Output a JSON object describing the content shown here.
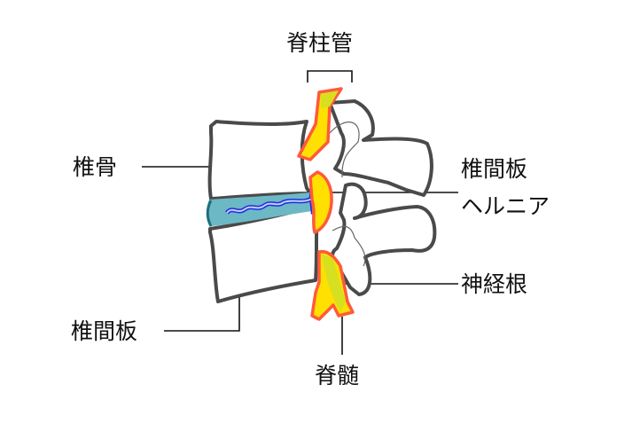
{
  "title": "椎間板ヘルニアの図",
  "labels": {
    "spinal_canal": "脊柱管",
    "vertebra": "椎骨",
    "herniation_line1": "椎間板",
    "herniation_line2": "ヘルニア",
    "nerve_root": "神経根",
    "disc": "椎間板",
    "spinal_cord": "脊髄"
  },
  "colors": {
    "outline": "#4a4a4a",
    "disc": "#6cb8c4",
    "disc_edge": "#1b6f7a",
    "hernia": "#a0a8f0",
    "hernia_edge": "#1b2ee0",
    "cord_yellow": "#ffe000",
    "cord_green": "#d6e020",
    "cord_edge": "#ff5a3c"
  }
}
